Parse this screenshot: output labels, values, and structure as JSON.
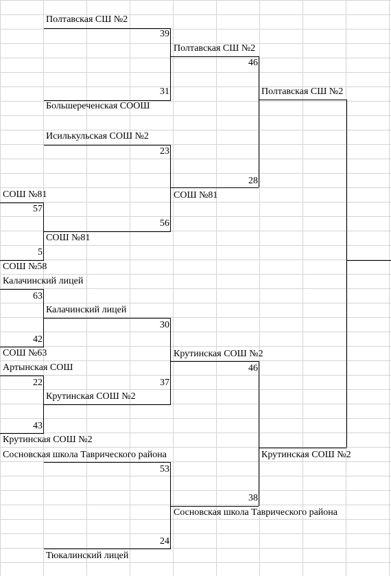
{
  "bracket": {
    "round1": [
      {
        "top": "СОШ №81",
        "top_score": "57",
        "bottom_score": "5",
        "bottom": "СОШ №58"
      },
      {
        "top": "Калачинский лицей",
        "top_score": "63",
        "bottom_score": "42",
        "bottom": "СОШ №63"
      },
      {
        "top": "Артынская СОШ",
        "top_score": "22",
        "bottom_score": "43",
        "bottom": "Крутинская СОШ №2"
      }
    ],
    "round2": [
      {
        "top": "Полтавская СШ №2",
        "top_score": "39",
        "bottom_score": "31",
        "bottom": "Большереченская СООШ"
      },
      {
        "top": "Исилькульская СОШ №2",
        "top_score": "23",
        "bottom_score": "56",
        "bottom": "СОШ №81"
      },
      {
        "top": "Калачинский лицей",
        "top_score": "30",
        "bottom_score": "37",
        "bottom": "Крутинская СОШ №2"
      },
      {
        "top": "Сосновская школа Таврического района",
        "top_score": "53",
        "bottom_score": "24",
        "bottom": "Тюкалинский лицей"
      }
    ],
    "round3": [
      {
        "top": "Полтавская СШ №2",
        "top_score": "46",
        "bottom_score": "28",
        "bottom": "СОШ №81"
      },
      {
        "top": "Крутинская СОШ №2",
        "top_score": "46",
        "bottom_score": "38",
        "bottom": "Сосновская школа Таврического района"
      }
    ],
    "final": {
      "top": "Полтавская СШ №2",
      "bottom": "Крутинская СОШ №2"
    }
  }
}
